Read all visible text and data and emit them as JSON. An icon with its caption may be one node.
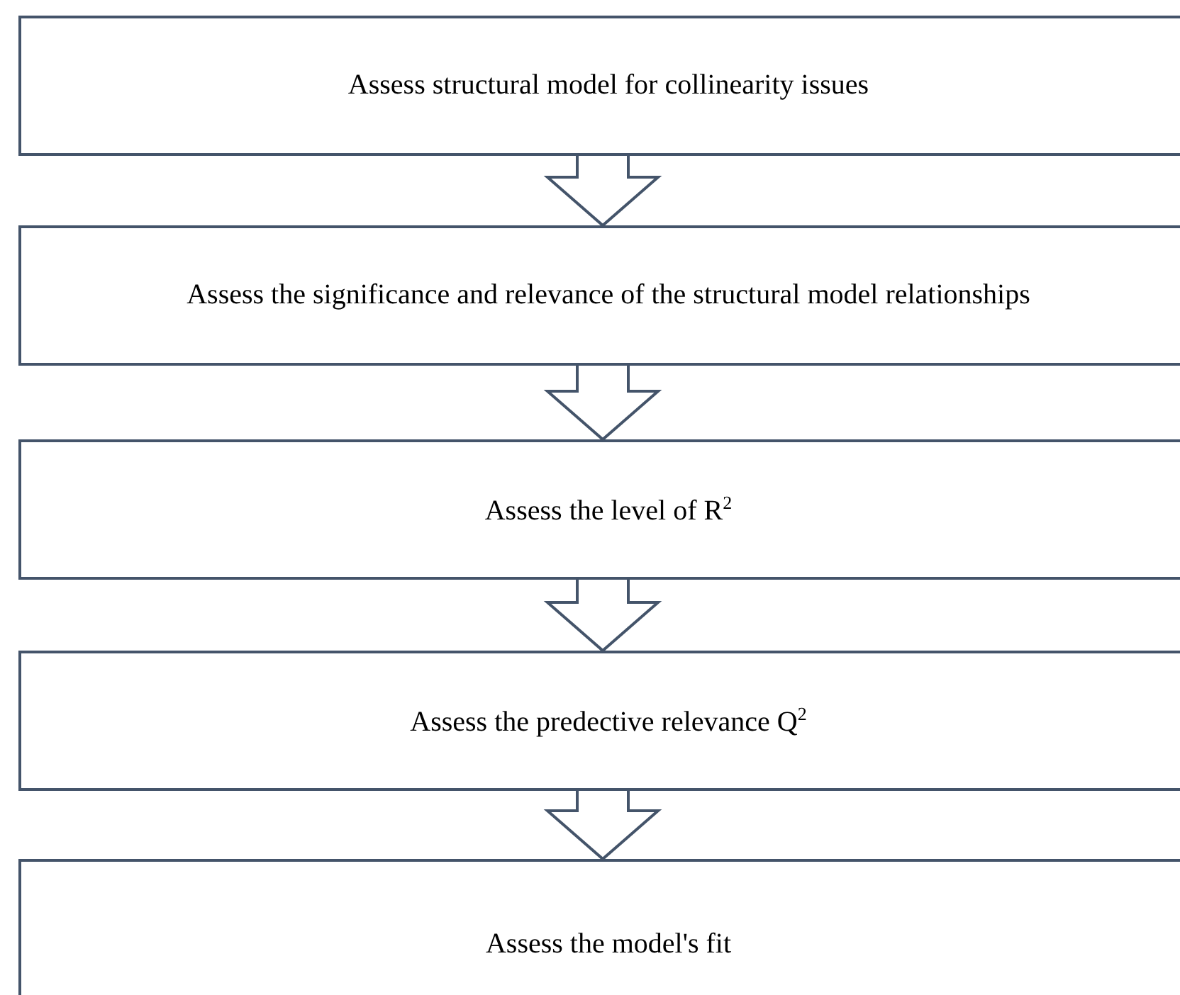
{
  "diagram": {
    "nodes": [
      {
        "text": [
          "Assess structural model for collinearity issues"
        ]
      },
      {
        "text": [
          "Assess the significance and relevance of the structural model relationships"
        ]
      },
      {
        "text": [
          "Assess the level of R$^{2}$"
        ]
      },
      {
        "text": [
          "Assess the predective relevance Q$^{2}$"
        ]
      },
      {
        "text": [
          "Assess the model's fit"
        ]
      }
    ],
    "edges": [
      {
        "from": 0,
        "to": 1,
        "arrow": "to"
      },
      {
        "from": 1,
        "to": 2,
        "arrow": "to"
      },
      {
        "from": 2,
        "to": 3,
        "arrow": "to"
      },
      {
        "from": 3,
        "to": 4,
        "arrow": "to"
      }
    ]
  }
}
